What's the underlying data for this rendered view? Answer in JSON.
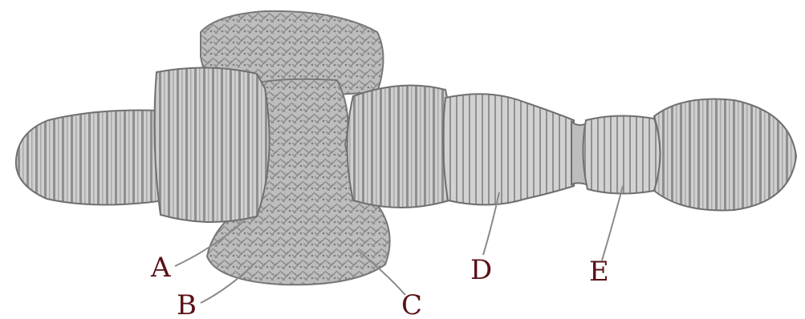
{
  "labels": {
    "a": "A",
    "b": "B",
    "c": "C",
    "d": "D",
    "e": "E"
  },
  "colors": {
    "label": "#5a1218",
    "body": "#c9c9c9",
    "band": "#8d8d8d",
    "outline": "#6f6f6f"
  }
}
